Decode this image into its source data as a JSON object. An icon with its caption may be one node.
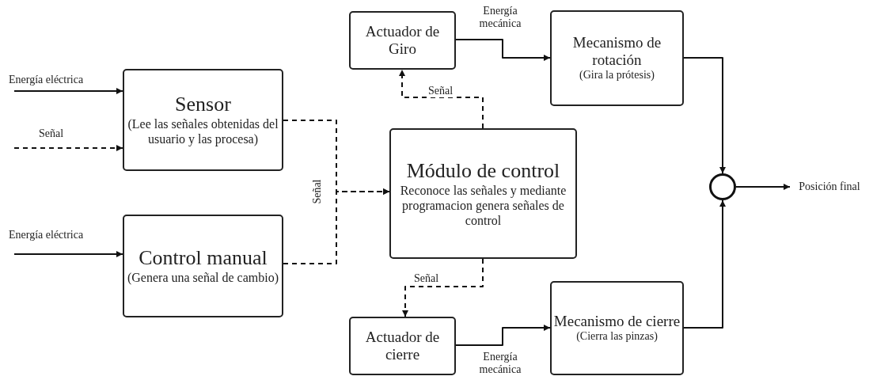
{
  "diagram": {
    "nodes": [
      {
        "text": [
          "Sensor",
          "(Lee las señales obtenidas del usuario y las procesa)"
        ]
      },
      {
        "text": [
          "Control manual",
          "(Genera una señal de cambio)"
        ]
      },
      {
        "text": [
          "Módulo de control",
          "Reconoce las señales y mediante programacion genera señales de control"
        ]
      },
      {
        "text": [
          "Actuador de Giro"
        ]
      },
      {
        "text": [
          "Actuador de cierre"
        ]
      },
      {
        "text": [
          "Mecanismo de rotación",
          "(Gira la prótesis)"
        ]
      },
      {
        "text": [
          "Mecanismo de cierre",
          "(Cierra las pinzas)"
        ]
      },
      {
        "text": [],
        "shape": "circle"
      },
      {
        "text": [
          "Posición final"
        ]
      }
    ],
    "edges": [
      {
        "from": null,
        "to": 0,
        "arrow": "to",
        "label": "Energía eléctrica"
      },
      {
        "from": null,
        "to": 0,
        "arrow": "to",
        "label": "Señal",
        "style": "dashed"
      },
      {
        "from": null,
        "to": 1,
        "arrow": "to",
        "label": "Energía eléctrica"
      },
      {
        "from": 0,
        "to": 2,
        "arrow": "to",
        "label": "Señal",
        "style": "dashed"
      },
      {
        "from": 1,
        "to": 2,
        "arrow": "to",
        "style": "dashed"
      },
      {
        "from": 2,
        "to": 3,
        "arrow": "to",
        "label": "Señal",
        "style": "dashed"
      },
      {
        "from": 2,
        "to": 4,
        "arrow": "to",
        "label": "Señal",
        "style": "dashed"
      },
      {
        "from": 3,
        "to": 5,
        "arrow": "to",
        "label": "Energía mecánica"
      },
      {
        "from": 4,
        "to": 6,
        "arrow": "to",
        "label": "Energía mecánica"
      },
      {
        "from": 5,
        "to": 7,
        "arrow": "to"
      },
      {
        "from": 6,
        "to": 7,
        "arrow": "to"
      },
      {
        "from": 7,
        "to": 8,
        "arrow": "to"
      }
    ]
  }
}
